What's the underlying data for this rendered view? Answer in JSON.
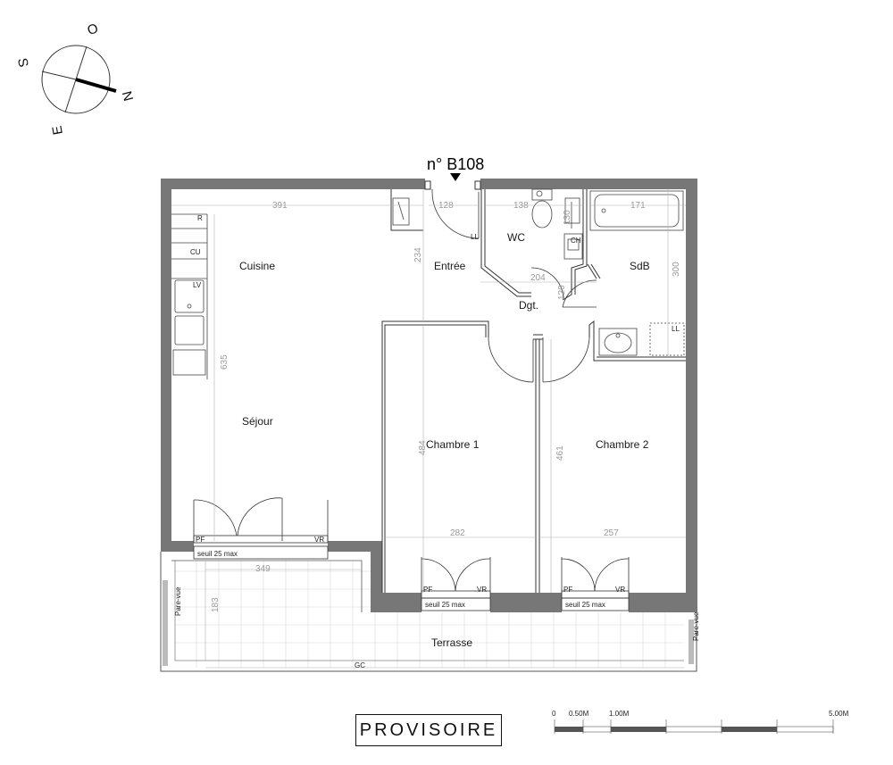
{
  "plan": {
    "unit_label": "n° B108",
    "stamp": "PROVISOIRE",
    "rooms": {
      "cuisine": "Cuisine",
      "sejour": "Séjour",
      "entree": "Entrée",
      "wc": "WC",
      "sdb": "SdB",
      "dgt": "Dgt.",
      "chambre1": "Chambre 1",
      "chambre2": "Chambre 2",
      "terrasse": "Terrasse"
    },
    "dimensions": {
      "d391": "391",
      "d128": "128",
      "d138": "138",
      "d171": "171",
      "d234": "234",
      "d300": "300",
      "d204": "204",
      "d120": "120",
      "d130": "130",
      "d635": "635",
      "d484": "484",
      "d461": "461",
      "d282": "282",
      "d257": "257",
      "d349": "349",
      "d183": "183"
    },
    "labels": {
      "r": "R",
      "cu": "CU",
      "lv": "LV",
      "ll_entree": "LL",
      "ll_sdb": "LL",
      "ch": "CH",
      "pf": "PF",
      "vr": "VR",
      "seuil": "seuil 25 max",
      "pare_vue": "Pare-vue",
      "gc": "GC"
    },
    "compass": {
      "o": "O",
      "s": "S",
      "n": "N",
      "e": "E"
    },
    "scale": {
      "t0": "0",
      "t1": "0.50M",
      "t2": "1.00M",
      "t3": "5.00M"
    }
  }
}
